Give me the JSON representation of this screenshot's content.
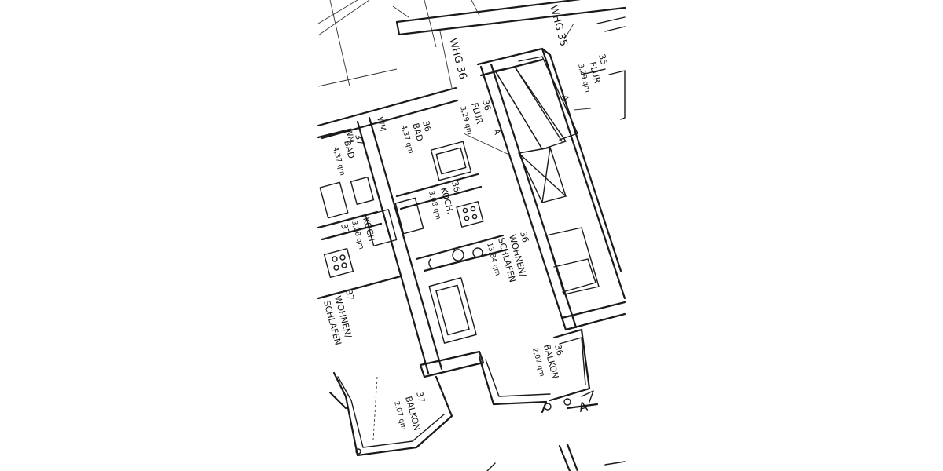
{
  "plan": {
    "apartments": [
      {
        "unit": "WHG 35"
      },
      {
        "unit": "WHG 36"
      }
    ],
    "rooms": [
      {
        "id": "35-flur",
        "unit": "35",
        "name": "FLUR",
        "area": "3,29 qm"
      },
      {
        "id": "36-flur",
        "unit": "36",
        "name": "FLUR",
        "area": "3,29 qm"
      },
      {
        "id": "36-bad",
        "unit": "36",
        "name": "BAD",
        "area": "4,37 qm"
      },
      {
        "id": "37-bad",
        "unit": "37",
        "name": "BAD",
        "area": "4,37 qm"
      },
      {
        "id": "36-koch",
        "unit": "36",
        "name": "KOCH.",
        "area": "3,08 qm"
      },
      {
        "id": "37-koch",
        "unit": "37",
        "name": "KOCH.",
        "area": "3,08 qm"
      },
      {
        "id": "36-wohnen",
        "unit": "36",
        "name": "WOHNEN/",
        "name2": "SCHLAFEN",
        "area": "13,84 qm"
      },
      {
        "id": "37-wohnen",
        "unit": "37",
        "name": "WOHNEN/",
        "name2": "SCHLAFEN",
        "area": ""
      },
      {
        "id": "36-balkon",
        "unit": "36",
        "name": "BALKON",
        "area": "2,07 qm"
      },
      {
        "id": "37-balkon",
        "unit": "37",
        "name": "BALKON",
        "area": "2,07 qm"
      }
    ],
    "fixtures": {
      "wm_36": "WM",
      "wm_37": "WM"
    },
    "section_marks": {
      "a1": "A",
      "a2": "A",
      "a3": "A"
    }
  }
}
